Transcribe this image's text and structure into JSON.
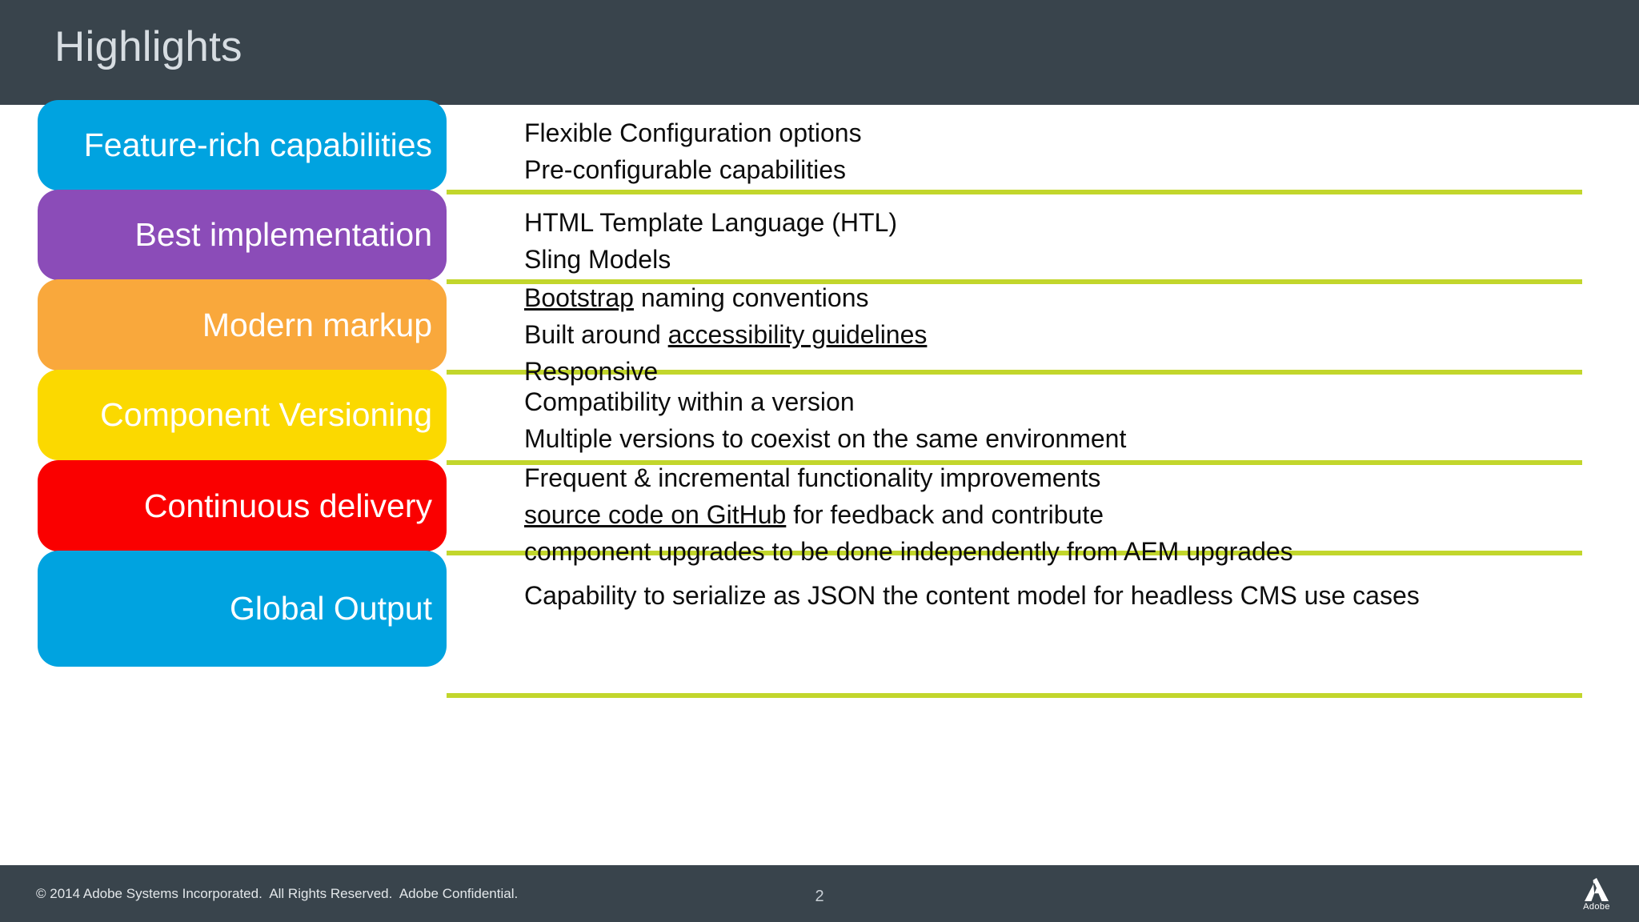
{
  "header": {
    "title": "Highlights",
    "background": "#39444c",
    "title_color": "#d7dde2"
  },
  "theme": {
    "divider_color": "#c2d62c",
    "body_text_color": "#0d0d0d",
    "pill_text_color": "#ffffff"
  },
  "rows": [
    {
      "label": "Feature-rich capabilities",
      "color": "#00a3e0",
      "lines": [
        {
          "segments": [
            {
              "text": "Flexible Configuration options",
              "link": false
            }
          ]
        },
        {
          "segments": [
            {
              "text": "Pre-configurable capabilities",
              "link": false
            }
          ]
        }
      ]
    },
    {
      "label": "Best implementation",
      "color": "#8council",
      "lines": []
    }
  ],
  "content_rows": [
    {
      "label": "Feature-rich capabilities",
      "color": "#00a3e0",
      "lines": [
        [
          {
            "text": "Flexible Configuration options",
            "link": false
          }
        ],
        [
          {
            "text": "Pre-configurable capabilities",
            "link": false
          }
        ]
      ]
    },
    {
      "label": "Best implementation",
      "color": "#8b4cb8",
      "lines": [
        [
          {
            "text": "HTML Template Language (HTL)",
            "link": false
          }
        ],
        [
          {
            "text": "Sling Models",
            "link": false
          }
        ]
      ]
    },
    {
      "label": "Modern markup",
      "color": "#f9a83c",
      "lines": [
        [
          {
            "text": "Bootstrap",
            "link": true
          },
          {
            "text": " naming conventions",
            "link": false
          }
        ],
        [
          {
            "text": "Built around ",
            "link": false
          },
          {
            "text": "accessibility guidelines",
            "link": true
          }
        ],
        [
          {
            "text": "Responsive",
            "link": false
          }
        ]
      ]
    },
    {
      "label": "Component Versioning",
      "color": "#fbd900",
      "lines": [
        [
          {
            "text": "Compatibility within a version",
            "link": false
          }
        ],
        [
          {
            "text": "Multiple versions to coexist on the same environment",
            "link": false
          }
        ]
      ]
    },
    {
      "label": "Continuous delivery",
      "color": "#fa0000",
      "lines": [
        [
          {
            "text": "Frequent & incremental functionality improvements",
            "link": false
          }
        ],
        [
          {
            "text": "source code on GitHub",
            "link": true
          },
          {
            "text": " for feedback and contribute",
            "link": false
          }
        ],
        [
          {
            "text": "component upgrades to be done independently from AEM upgrades",
            "link": false
          }
        ]
      ]
    },
    {
      "label": "Global Output",
      "color": "#00a3e0",
      "lines": [
        [
          {
            "text": "Capability to serialize as JSON the content model for headless CMS use cases",
            "link": false
          }
        ]
      ]
    }
  ],
  "footer": {
    "copyright": "© 2014 Adobe Systems Incorporated.  All Rights Reserved.  Adobe Confidential.",
    "page_number": "2",
    "logo_wordmark": "Adobe",
    "background": "#39444c"
  }
}
